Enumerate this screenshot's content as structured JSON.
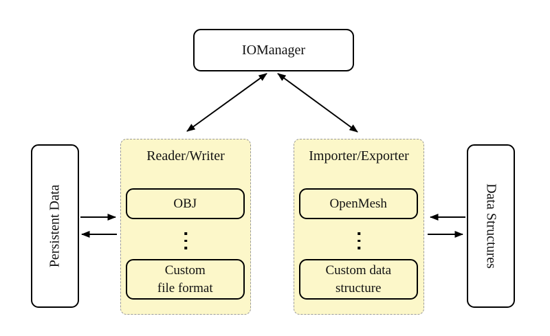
{
  "nodes": {
    "iomanager": {
      "label": "IOManager"
    },
    "persistent_data": {
      "label": "Persistent Data"
    },
    "data_structures": {
      "label": "Data Structures"
    }
  },
  "groups": {
    "reader_writer": {
      "title": "Reader/Writer",
      "item_top": "OBJ",
      "item_bottom_line1": "Custom",
      "item_bottom_line2": "file format",
      "ellipsis_icon": "vertical-ellipsis"
    },
    "importer_exporter": {
      "title": "Importer/Exporter",
      "item_top": "OpenMesh",
      "item_bottom_line1": "Custom data",
      "item_bottom_line2": "structure",
      "ellipsis_icon": "vertical-ellipsis"
    }
  },
  "arrows": [
    {
      "from": "iomanager",
      "to": "reader_writer",
      "direction": "bidirectional"
    },
    {
      "from": "iomanager",
      "to": "importer_exporter",
      "direction": "bidirectional"
    },
    {
      "from": "persistent_data",
      "to": "reader_writer",
      "direction": "right"
    },
    {
      "from": "reader_writer",
      "to": "persistent_data",
      "direction": "left"
    },
    {
      "from": "data_structures",
      "to": "importer_exporter",
      "direction": "left"
    },
    {
      "from": "importer_exporter",
      "to": "data_structures",
      "direction": "right"
    }
  ],
  "colors": {
    "group_fill": "#FCF7C9",
    "group_border": "#999999",
    "node_fill": "#FFFFFF",
    "line": "#000000",
    "background": "#FFFFFF"
  }
}
